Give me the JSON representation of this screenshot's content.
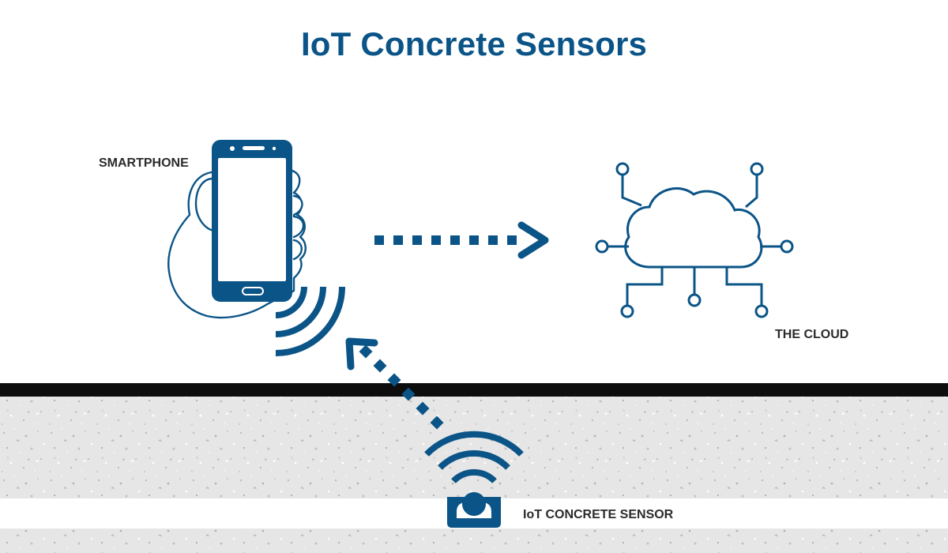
{
  "title": "IoT Concrete Sensors",
  "labels": {
    "smartphone": "SMARTPHONE",
    "cloud": "THE CLOUD",
    "sensor": "IoT CONCRETE SENSOR"
  },
  "icons": {
    "smartphone": "smartphone-in-hand-icon",
    "cloud": "cloud-network-icon",
    "sensor": "concrete-sensor-icon",
    "signal": "wireless-signal-icon"
  },
  "colors": {
    "primary": "#0b5487",
    "ground_line": "#0d0d0d",
    "concrete": "#e6e6e6",
    "text": "#2b2b2b"
  }
}
